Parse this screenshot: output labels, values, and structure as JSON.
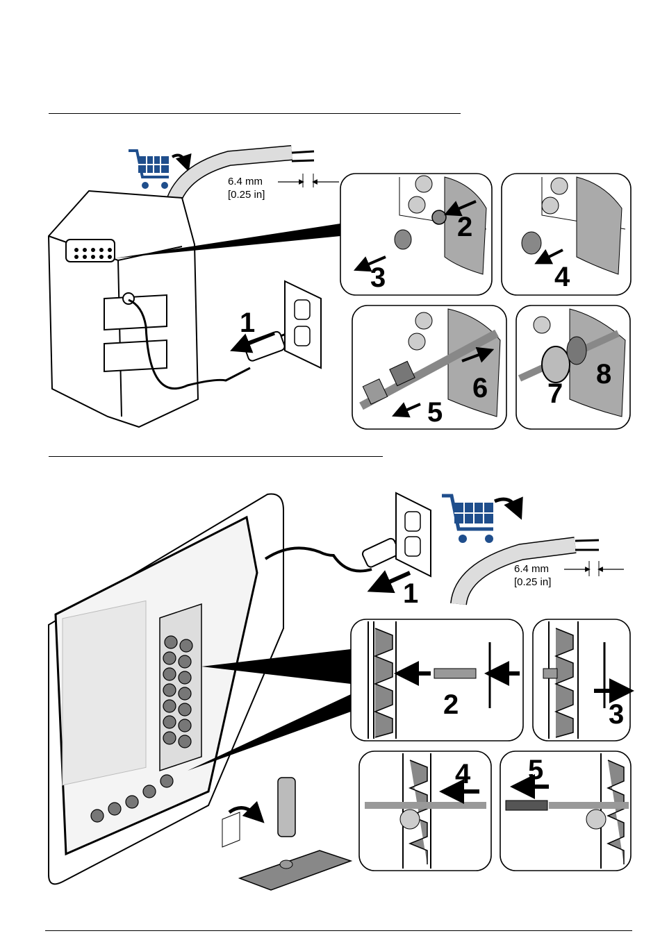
{
  "figure1": {
    "dimension_mm": "6.4 mm",
    "dimension_in": "[0.25 in]",
    "steps": [
      "1",
      "2",
      "3",
      "4",
      "5",
      "6",
      "7",
      "8"
    ],
    "cart_icon": "shopping-cart-icon",
    "cart_color": "#1f4e8c"
  },
  "figure2": {
    "dimension_mm": "6.4 mm",
    "dimension_in": "[0.25 in]",
    "steps": [
      "1",
      "2",
      "3",
      "4",
      "5"
    ],
    "cart_icon": "shopping-cart-icon",
    "cart_color": "#1f4e8c"
  }
}
